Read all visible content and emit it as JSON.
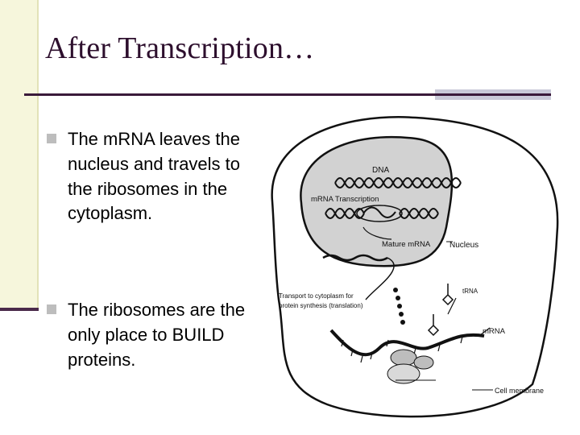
{
  "slide": {
    "title": "After Transcription…",
    "bullets": [
      {
        "text": "The mRNA leaves the nucleus and travels to the ribosomes in the cytoplasm."
      },
      {
        "text": "The ribosomes are the only place to BUILD proteins."
      }
    ]
  },
  "figure": {
    "labels": {
      "dna": "DNA",
      "mrna_transcription": "mRNA Transcription",
      "mature_mrna": "Mature mRNA",
      "nucleus": "Nucleus",
      "trna": "tRNA",
      "transport_line1": "Transport to cytoplasm for",
      "transport_line2": "protein synthesis (translation)",
      "mrna": "mRNA",
      "cell_membrane": "Cell membrane"
    }
  },
  "colors": {
    "title": "#2d0f2d",
    "left_bar": "#f6f6dc",
    "rule": "#3a1a3a",
    "nucleus_fill": "#d2d2d2",
    "bullet_marker": "#bdbdbd"
  }
}
